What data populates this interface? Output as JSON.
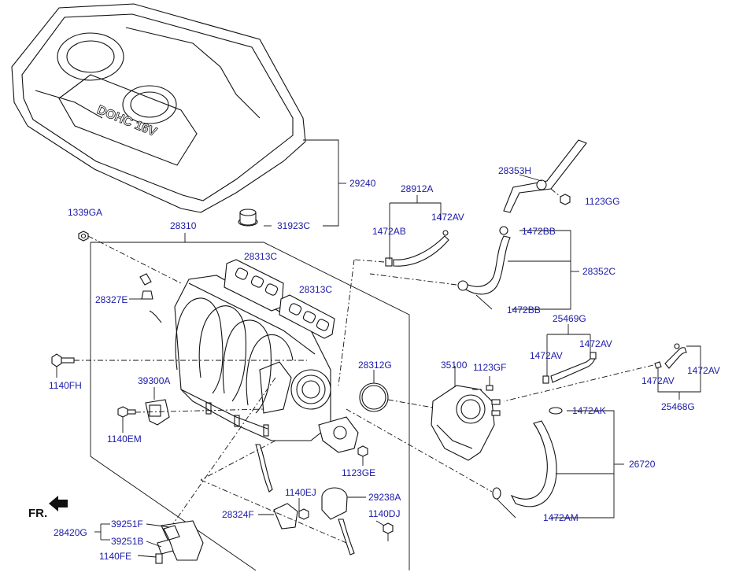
{
  "labels": {
    "p29240": "29240",
    "p31923C": "31923C",
    "p1339GA": "1339GA",
    "p28310": "28310",
    "p28313C_a": "28313C",
    "p28313C_b": "28313C",
    "p28327E": "28327E",
    "p1140FH": "1140FH",
    "p39300A": "39300A",
    "p1140EM": "1140EM",
    "p28912A": "28912A",
    "p1472AV_a": "1472AV",
    "p1472AB": "1472AB",
    "p28353H": "28353H",
    "p1123GG": "1123GG",
    "p1472BB_a": "1472BB",
    "p28352C": "28352C",
    "p1472BB_b": "1472BB",
    "p25469G": "25469G",
    "p1472AV_b": "1472AV",
    "p1472AV_c": "1472AV",
    "p1472AV_d": "1472AV",
    "p1472AV_e": "1472AV",
    "p25468G": "25468G",
    "p28312G": "28312G",
    "p35100": "35100",
    "p1123GF": "1123GF",
    "p1472AK": "1472AK",
    "p26720": "26720",
    "p1472AM": "1472AM",
    "p1123GE": "1123GE",
    "p1140EJ": "1140EJ",
    "p29238A": "29238A",
    "p28324F": "28324F",
    "p1140DJ": "1140DJ",
    "p39251F": "39251F",
    "p39251B": "39251B",
    "p28420G": "28420G",
    "p1140FE": "1140FE",
    "fr": "FR.",
    "cover_text": "DOHC 16V"
  }
}
